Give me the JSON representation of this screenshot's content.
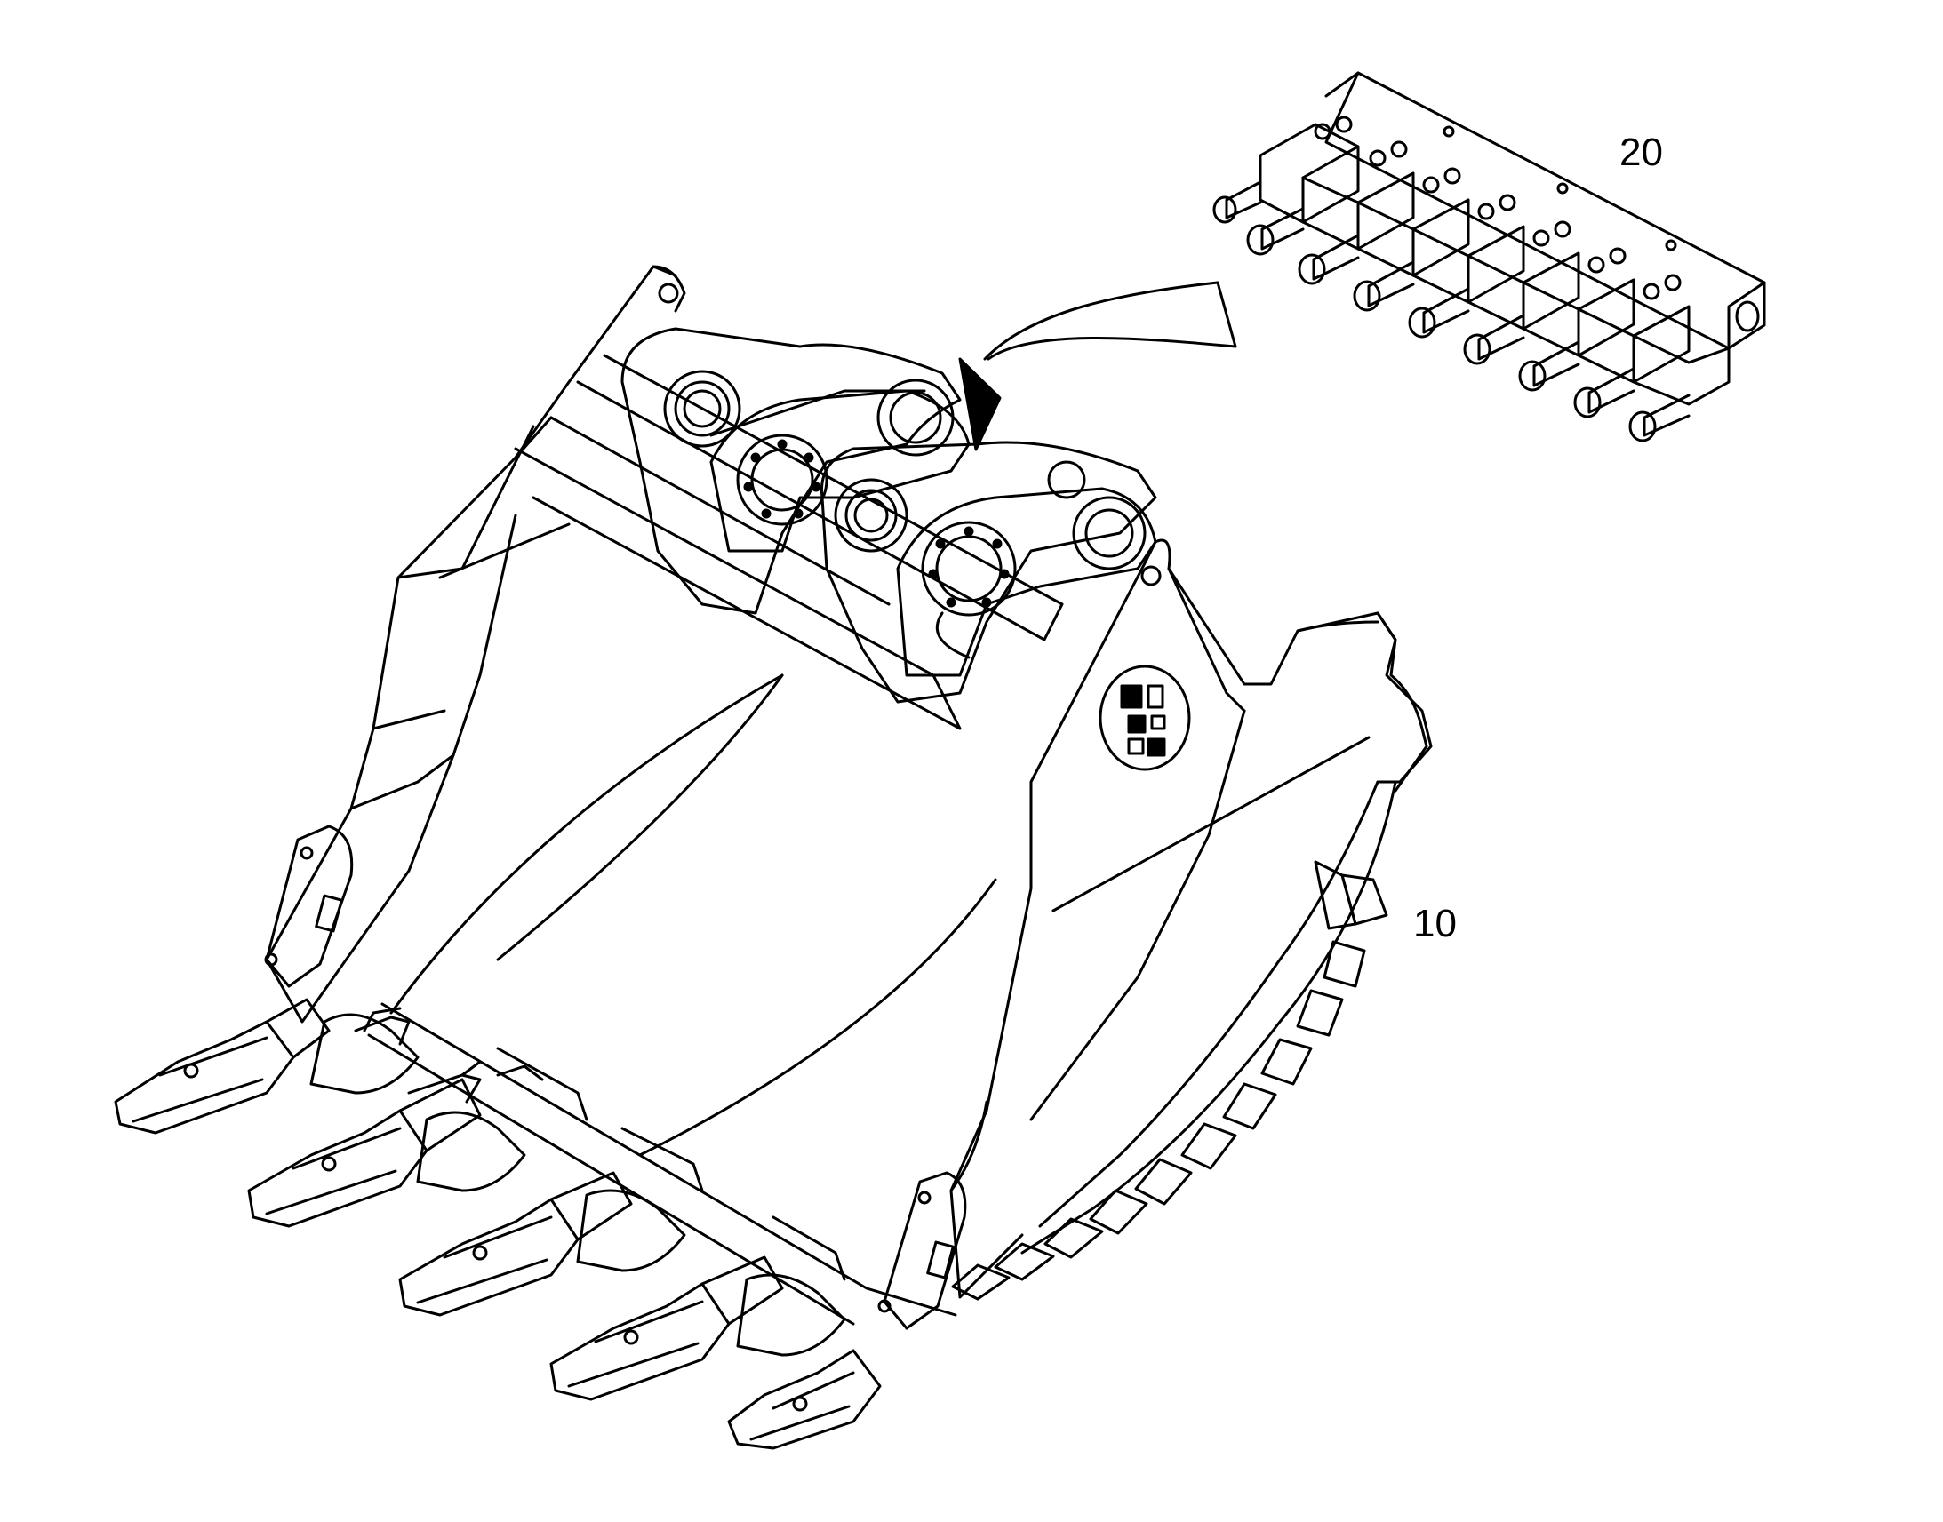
{
  "callouts": {
    "part_20": "20",
    "part_10": "10"
  },
  "colors": {
    "line": "#000000",
    "background": "#ffffff"
  },
  "icons": {
    "bucket": "excavator-bucket-drawing",
    "block": "lubrication-distributor-block-drawing",
    "arrow": "detail-arrow"
  }
}
